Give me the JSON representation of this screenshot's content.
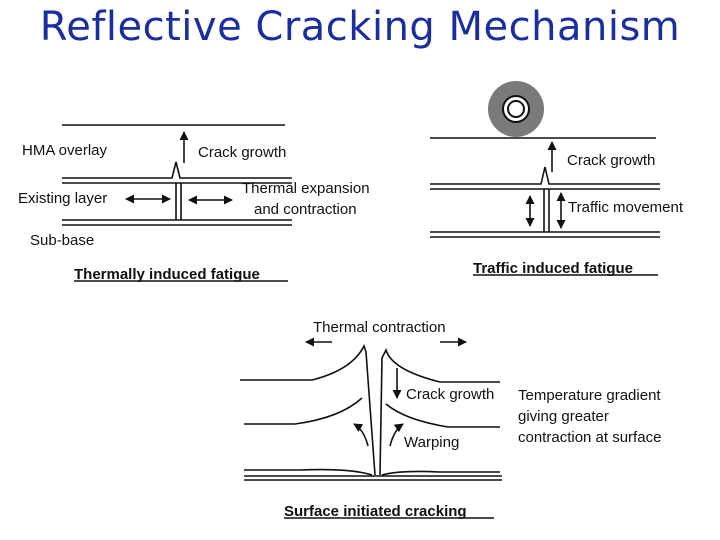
{
  "title": "Reflective Cracking Mechanism",
  "colors": {
    "title": "#1a2ea0",
    "ink": "#111111",
    "wheel_outer": "#7a7a7a"
  },
  "panel_thermal": {
    "hma_overlay": "HMA overlay",
    "existing_layer": "Existing layer",
    "sub_base": "Sub-base",
    "crack_growth": "Crack growth",
    "thermal_expansion_1": "Thermal expansion",
    "thermal_expansion_2": "and contraction",
    "caption": "Thermally induced fatigue"
  },
  "panel_traffic": {
    "crack_growth": "Crack growth",
    "traffic_movement": "Traffic movement",
    "caption": "Traffic induced fatigue",
    "wheel_icon": "wheel-icon"
  },
  "panel_surface": {
    "thermal_contraction": "Thermal contraction",
    "crack_growth": "Crack growth",
    "warping": "Warping",
    "gradient_1": "Temperature gradient",
    "gradient_2": "giving greater",
    "gradient_3": "contraction at surface",
    "caption": "Surface initiated cracking"
  }
}
